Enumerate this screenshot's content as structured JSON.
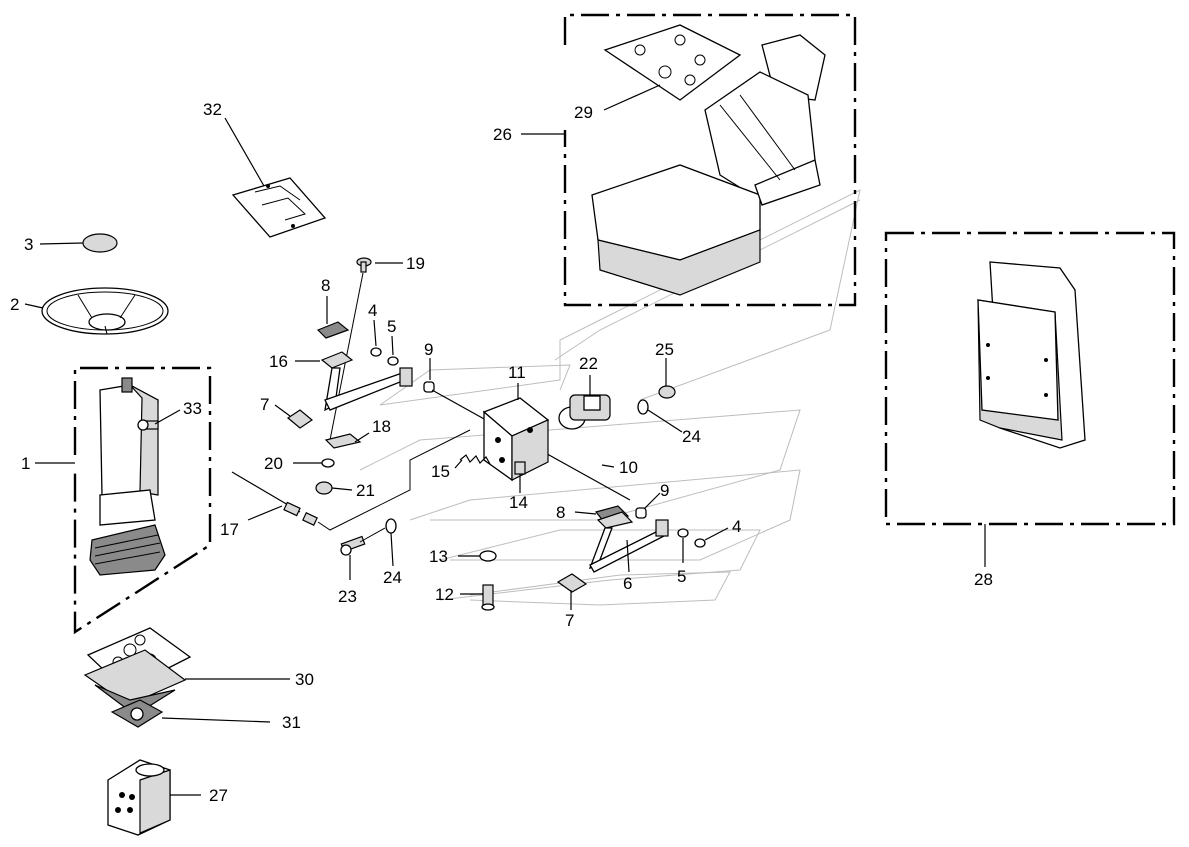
{
  "diagram": {
    "callouts": {
      "c1": "1",
      "c2": "2",
      "c3": "3",
      "c4a": "4",
      "c4b": "4",
      "c5a": "5",
      "c5b": "5",
      "c6": "6",
      "c7a": "7",
      "c7b": "7",
      "c8a": "8",
      "c8b": "8",
      "c9a": "9",
      "c9b": "9",
      "c10": "10",
      "c11": "11",
      "c12": "12",
      "c13": "13",
      "c14": "14",
      "c15": "15",
      "c16": "16",
      "c17": "17",
      "c18": "18",
      "c19": "19",
      "c20": "20",
      "c21": "21",
      "c22": "22",
      "c23": "23",
      "c24a": "24",
      "c24b": "24",
      "c25": "25",
      "c26": "26",
      "c27": "27",
      "c28": "28",
      "c29": "29",
      "c30": "30",
      "c31": "31",
      "c32": "32",
      "c33": "33"
    }
  }
}
